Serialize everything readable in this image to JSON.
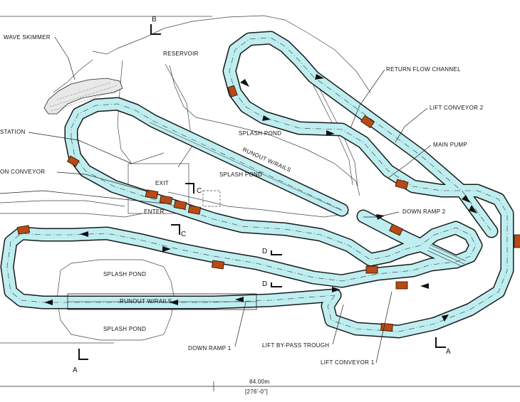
{
  "labels": {
    "wave_skimmer": "WAVE SKIMMER",
    "reservoir": "RESERVOIR",
    "return_flow_channel": "RETURN FLOW CHANNEL",
    "lift_conveyor_2": "LIFT CONVEYOR 2",
    "station": "STATION",
    "main_pump": "MAIN PUMP",
    "conveyor": "ON CONVEYOR",
    "splash_pond_top": "SPLASH POND",
    "runout_top": "RUNOUT W/RAILS",
    "splash_pond_mid": "SPLASH POND",
    "exit": "EXIT",
    "enter": "ENTER",
    "down_ramp_2": "DOWN RAMP 2",
    "splash_pond_bl1": "SPLASH POND",
    "runout_bottom": "RUNOUT W/RAILS",
    "splash_pond_bl2": "SPLASH POND",
    "down_ramp_1": "DOWN RAMP 1",
    "lift_bypass": "LIFT BY-PASS TROUGH",
    "lift_conveyor_1": "LIFT CONVEYOR 1"
  },
  "section_markers": {
    "a_left": "A",
    "a_right": "A",
    "b": "B",
    "c_top": "C",
    "c_bottom": "C",
    "d_top": "D",
    "d_bottom": "D"
  },
  "dimension": {
    "metric": "84.00m",
    "imperial": "[276'-0\"]"
  },
  "colors": {
    "water": "#bfeef0",
    "boat": "#b84a16",
    "line": "#1a1a1a"
  }
}
